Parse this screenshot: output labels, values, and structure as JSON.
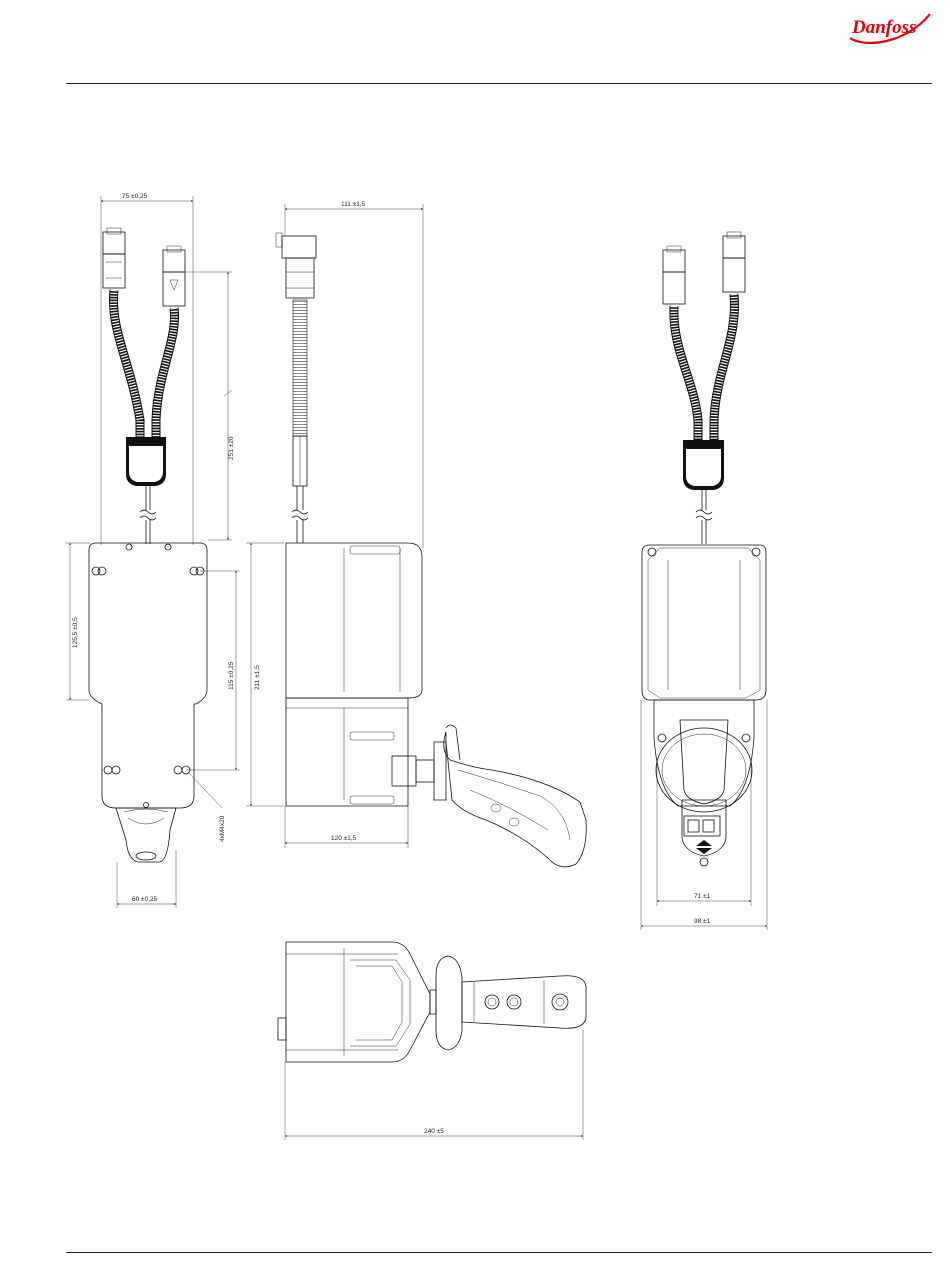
{
  "header": {
    "brand": "Danfoss",
    "brand_color": "#E2000F",
    "logo_icon": "danfoss-logo-icon"
  },
  "dimensions": {
    "front_width": "75 ±0,25",
    "cable_length": "251 ±20",
    "housing_height": "125,5 ±0,5",
    "mount_spacing": "115 ±0,25",
    "mount_holes": "4xM4x20",
    "handle_width": "60 ±0,25",
    "side_top_width": "111 ±1,5",
    "side_height": "211 ±1,5",
    "side_base_width": "120 ±1,5",
    "back_inner_width": "71 ±1",
    "back_outer_width": "98 ±1",
    "top_length": "240 ±5"
  }
}
